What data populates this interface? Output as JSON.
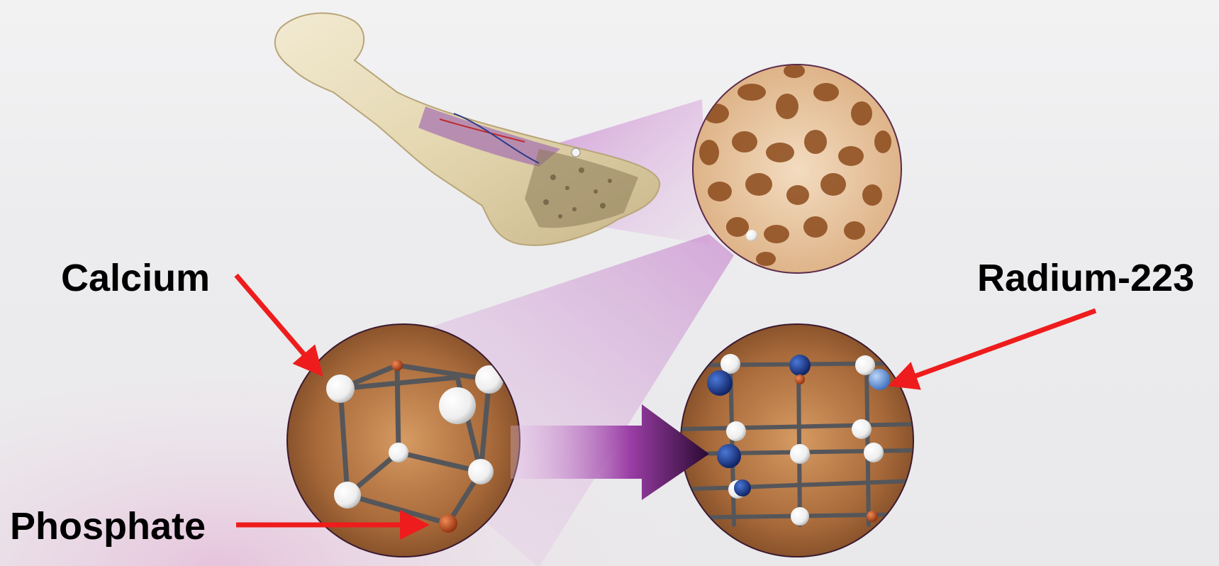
{
  "labels": {
    "calcium": "Calcium",
    "phosphate": "Phosphate",
    "radium": "Radium-223"
  },
  "colors": {
    "arrow": "#ee1c1c",
    "calcium_atom": "#ffffff",
    "phosphate_atom": "#c04a1e",
    "radium_atom": "#1c3f9a",
    "radium_highlight": "#5a8ad0",
    "bone_tissue": "#b07040",
    "lattice_bar": "#55565a",
    "magnify_beam": "#c070c0"
  },
  "icons": {
    "bone": "femur-bone-illustration",
    "zoom": "trabecular-bone-magnified",
    "lattice_before": "hydroxyapatite-crystal-lattice",
    "lattice_after": "lattice-with-radium-substitution",
    "transition": "right-arrow"
  }
}
